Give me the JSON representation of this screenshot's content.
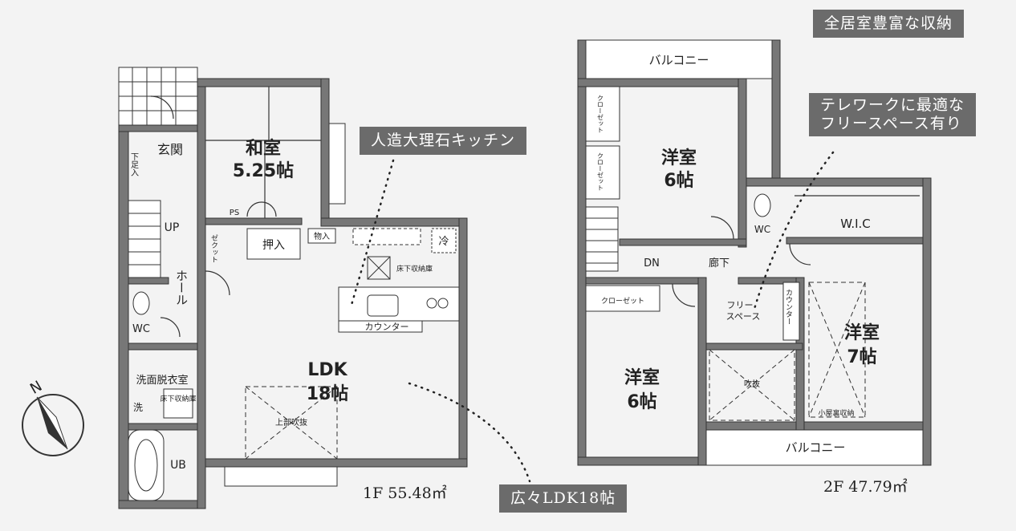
{
  "callouts": {
    "storage": "全居室豊富な収納",
    "telework_line1": "テレワークに最適な",
    "telework_line2": "フリースペース有り",
    "kitchen": "人造大理石キッチン",
    "ldk": "広々LDK18帖"
  },
  "floor1": {
    "area": "1F 55.48㎡",
    "washitsu_name": "和室",
    "washitsu_size": "5.25帖",
    "genkan": "玄関",
    "shoes": "下足入",
    "up": "UP",
    "hall": "ホール",
    "ps": "PS",
    "closet": "ゼクット",
    "oshiire": "押入",
    "monoire": "物入",
    "fridge": "冷",
    "underfloor1": "床下収納庫",
    "counter": "カウンター",
    "wc": "WC",
    "senmen": "洗面脱衣室",
    "sen": "洗",
    "underfloor2": "床下収納庫",
    "ub": "UB",
    "ldk_name": "LDK",
    "ldk_size": "18帖",
    "fukinuke": "上部吹抜",
    "north": "N"
  },
  "floor2": {
    "area": "2F 47.79㎡",
    "balcony_top": "バルコニー",
    "balcony_bottom": "バルコニー",
    "closet_a": "クローゼット",
    "closet_b": "クローゼット",
    "closet_c": "クローゼット",
    "room1_name": "洋室",
    "room1_size": "6帖",
    "wc": "WC",
    "wic": "W.I.C",
    "dn": "DN",
    "corridor": "廊下",
    "free_space1": "フリー",
    "free_space2": "スペース",
    "counter": "カウンター",
    "room2_name": "洋室",
    "room2_size": "7帖",
    "room3_name": "洋室",
    "room3_size": "6帖",
    "fukinuke": "吹抜",
    "attic": "小屋裏収納"
  }
}
